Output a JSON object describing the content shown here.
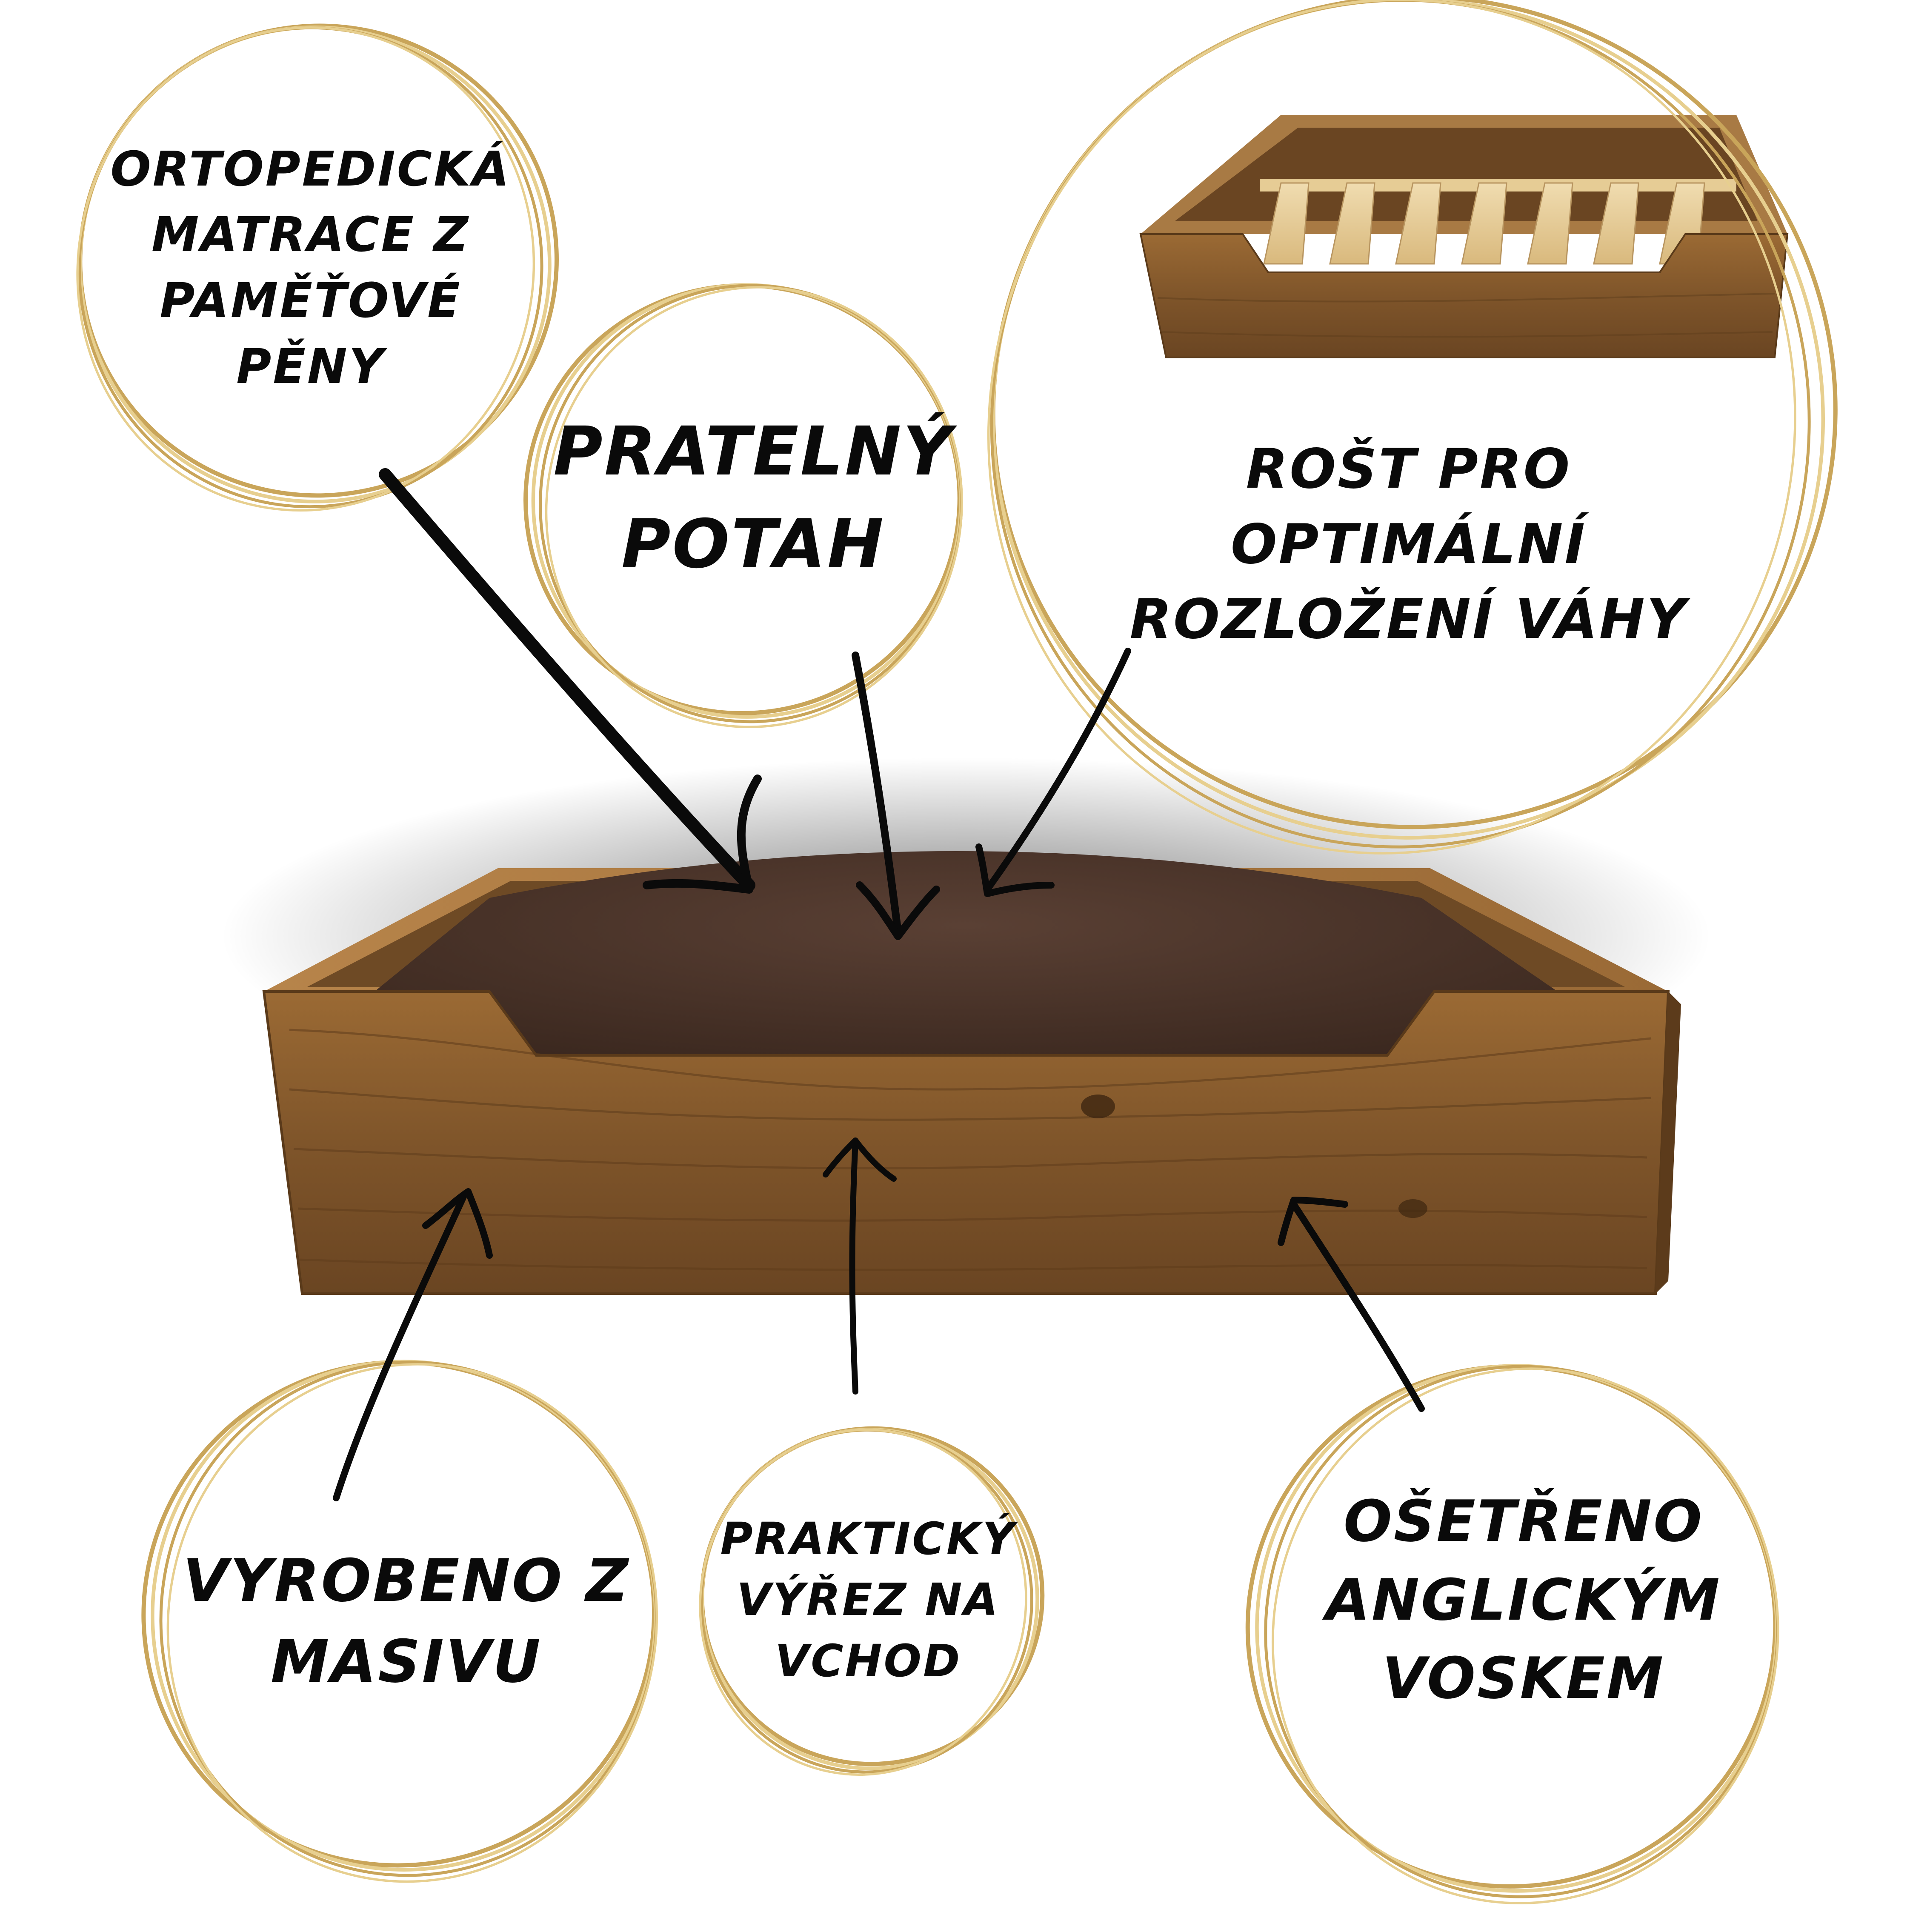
{
  "colors": {
    "ring_gold": "#c9a55a",
    "ring_gold_light": "#e7cf8f",
    "wood": "#8a5e2e",
    "cushion": "#4a3327",
    "arrow": "#0a0a0a"
  },
  "features": {
    "mattress": [
      "ORTOPEDICKÁ",
      "MATRACE Z",
      "PAMĚŤOVÉ",
      "PĚNY"
    ],
    "cover": [
      "PRATELNÝ",
      "POTAH"
    ],
    "slats": [
      "ROŠT PRO",
      "OPTIMÁLNÍ",
      "ROZLOŽENÍ VÁHY"
    ],
    "solid_wood": [
      "VYROBENO Z",
      "MASIVU"
    ],
    "cutout": [
      "PRAKTICKÝ",
      "VÝŘEZ NA",
      "VCHOD"
    ],
    "wax": [
      "OŠETŘENO",
      "ANGLICKÝM",
      "VOSKEM"
    ]
  }
}
